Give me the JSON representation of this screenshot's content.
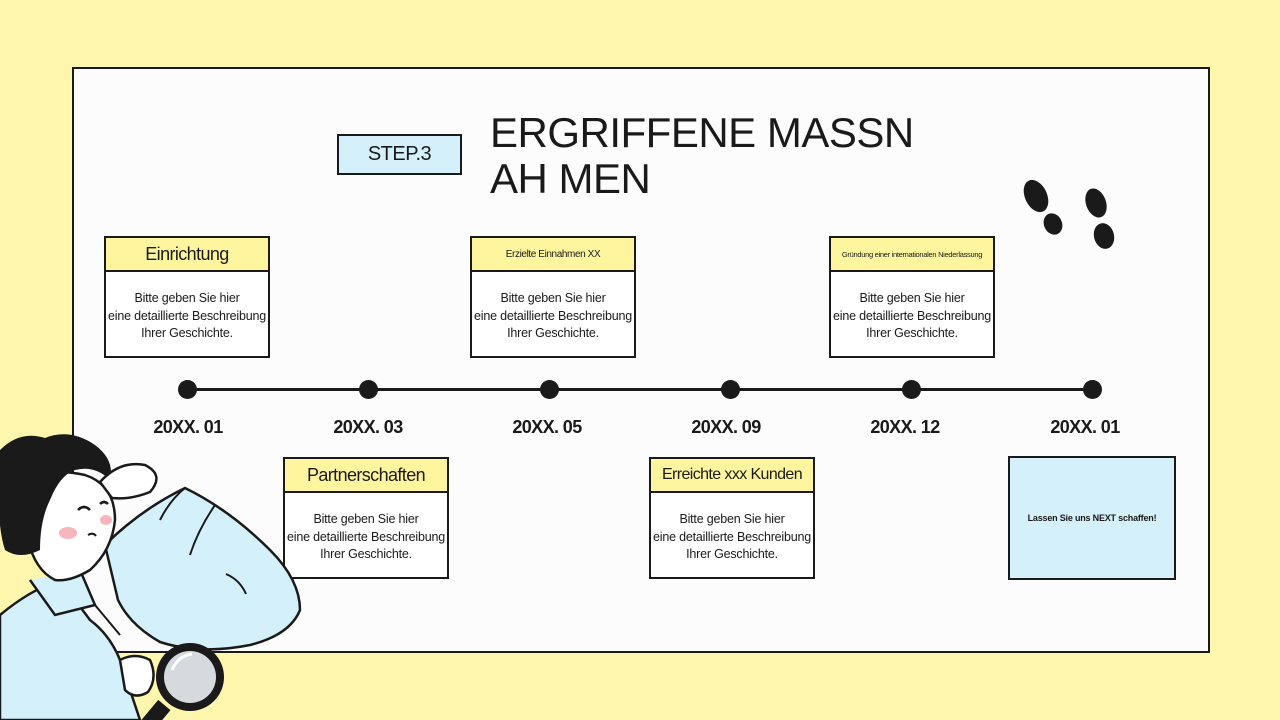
{
  "header": {
    "step_label": "STEP.3",
    "title": "ERGRIFFENE MASSNAH MEN"
  },
  "milestones_top": [
    {
      "heading": "Einrichtung",
      "desc": [
        "Bitte geben Sie hier",
        "eine detaillierte Beschreibung",
        "Ihrer Geschichte."
      ]
    },
    {
      "heading": "Erzielte Einnahmen XX",
      "desc": [
        "Bitte geben Sie hier",
        "eine detaillierte Beschreibung",
        "Ihrer Geschichte."
      ]
    },
    {
      "heading": "Gründung einer internationalen Niederlassung",
      "desc": [
        "Bitte geben Sie hier",
        "eine detaillierte Beschreibung",
        "Ihrer Geschichte."
      ]
    }
  ],
  "milestones_bottom": [
    {
      "heading": "Partnerschaften",
      "desc": [
        "Bitte geben Sie hier",
        "eine detaillierte Beschreibung",
        "Ihrer Geschichte."
      ]
    },
    {
      "heading": "Erreichte xxx Kunden",
      "desc": [
        "Bitte geben Sie hier",
        "eine detaillierte Beschreibung",
        "Ihrer Geschichte."
      ]
    }
  ],
  "final_box": {
    "text": "Lassen Sie uns NEXT schaffen!"
  },
  "timeline": {
    "dates": [
      "20XX. 01",
      "20XX. 03",
      "20XX. 05",
      "20XX. 09",
      "20XX. 12",
      "20XX. 01"
    ]
  },
  "colors": {
    "background": "#fef6ad",
    "card_header": "#fff59e",
    "accent_blue": "#d4f0fa",
    "ink": "#1a1a1a"
  },
  "decorations": {
    "footprints": "footprints-icon",
    "character": "person-with-magnifier-illustration"
  }
}
